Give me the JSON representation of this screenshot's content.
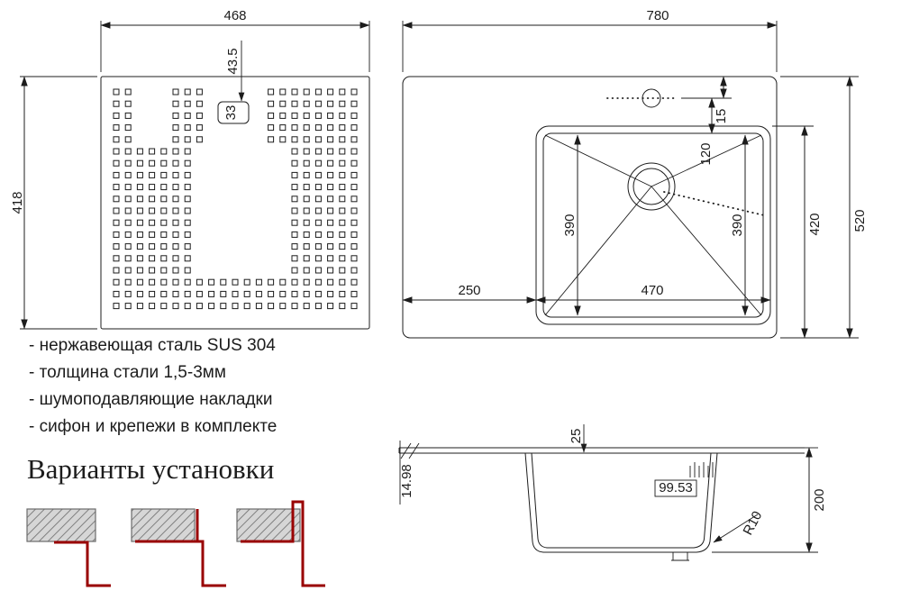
{
  "drainboard_view": {
    "width": "468",
    "height": "418",
    "hole_offset": "43.5",
    "hole_width": "33"
  },
  "sink_top_view": {
    "width": "780",
    "height": "520",
    "inner_depth": "420",
    "bowl_width": "470",
    "bowl_height_left": "390",
    "bowl_height_right": "390",
    "left_margin": "250",
    "faucet_offset": "120",
    "edge_offset": "15"
  },
  "side_view": {
    "rim_width": "25",
    "lip_height": "14.98",
    "drain_offset": "99.53",
    "bowl_depth": "200",
    "corner_radius": "R10"
  },
  "features": {
    "line1": "- нержавеющая сталь SUS 304",
    "line2": "- толщина стали 1,5-3мм",
    "line3": "- шумоподавляющие накладки",
    "line4": "- сифон и крепежи в комплекте"
  },
  "installation": {
    "title": "Варианты установки"
  },
  "colors": {
    "line": "#1c1c1c",
    "accent_red": "#990000"
  }
}
